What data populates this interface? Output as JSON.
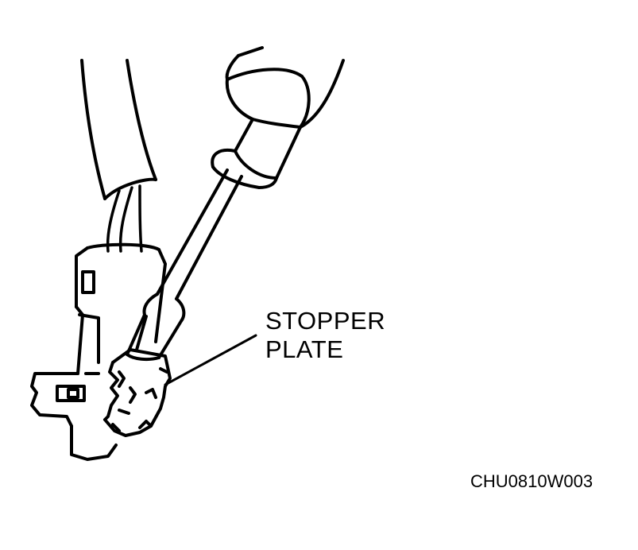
{
  "diagram": {
    "callout": {
      "line1": "STOPPER",
      "line2": "PLATE"
    },
    "figure_code": "CHU0810W003",
    "ink_color": "#000000",
    "background_color": "#ffffff"
  }
}
